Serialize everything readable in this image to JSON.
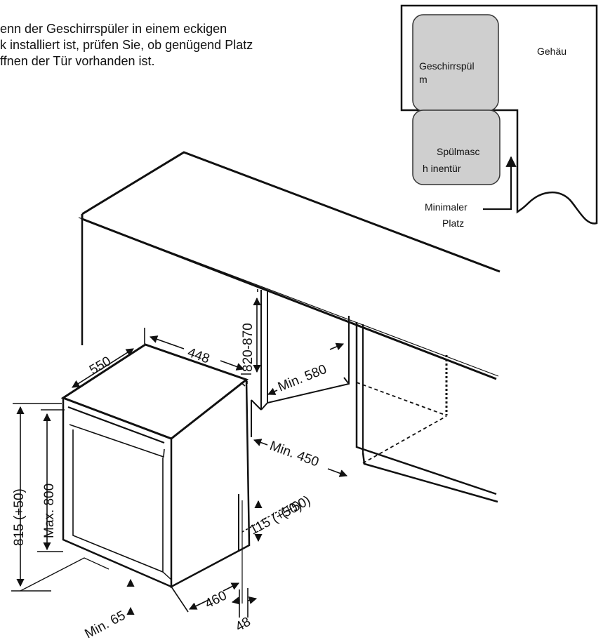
{
  "intro": {
    "lines": [
      "enn der Geschirrspüler in einem eckigen",
      "k installiert ist, prüfen Sie, ob genügend Platz",
      "ffnen der Tür vorhanden ist."
    ]
  },
  "inset": {
    "cabinet_label": "Gehäu",
    "dishwasher_label_1": "Geschirrspül",
    "dishwasher_label_2": "m",
    "door_label_1": "Spülmasc",
    "door_label_2": "h inentür",
    "min_space_label_1": "Minimaler",
    "min_space_label_2": "Platz"
  },
  "dimensions": {
    "width": "550",
    "depth": "448",
    "height_range": "820-870",
    "min_580": "Min. 580",
    "min_450": "Min. 450",
    "dash_50": "(+50)",
    "total_height": "815 (+50)",
    "max_800": "Max. 800",
    "plinth": "115 (+50)",
    "base_depth": "460",
    "min_65": "Min. 65",
    "offset_48": "48"
  }
}
